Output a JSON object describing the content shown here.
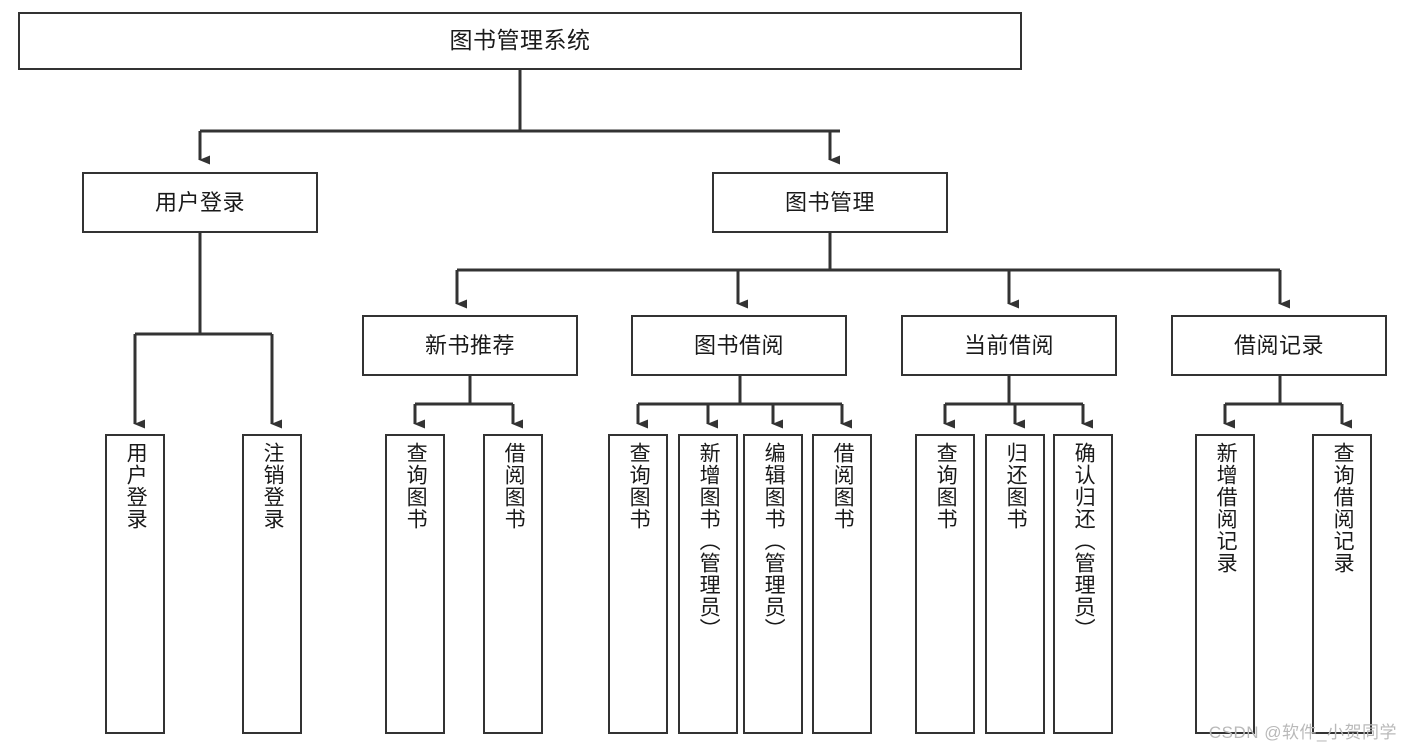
{
  "diagram": {
    "title": "图书管理系统",
    "type": "tree",
    "colors": {
      "border": "#333333",
      "fill": "#ffffff",
      "text": "#1a1a1a",
      "edge": "#333333",
      "watermark": "#b9b9b9"
    },
    "root": {
      "label": "图书管理系统"
    },
    "level2": [
      {
        "label": "用户登录"
      },
      {
        "label": "图书管理"
      }
    ],
    "level3": [
      {
        "label": "新书推荐"
      },
      {
        "label": "图书借阅"
      },
      {
        "label": "当前借阅"
      },
      {
        "label": "借阅记录"
      }
    ],
    "leaves": {
      "user_login": [
        {
          "label": "用户登录"
        },
        {
          "label": "注销登录"
        }
      ],
      "new_book_recommend": [
        {
          "label": "查询图书"
        },
        {
          "label": "借阅图书"
        }
      ],
      "book_borrow": [
        {
          "label": "查询图书"
        },
        {
          "label": "新增图书（管理员）"
        },
        {
          "label": "编辑图书（管理员）"
        },
        {
          "label": "借阅图书"
        }
      ],
      "current_borrow": [
        {
          "label": "查询图书"
        },
        {
          "label": "归还图书"
        },
        {
          "label": "确认归还（管理员）"
        }
      ],
      "borrow_record": [
        {
          "label": "新增借阅记录"
        },
        {
          "label": "查询借阅记录"
        }
      ]
    }
  },
  "watermark": {
    "text": "CSDN @软件_小贺同学"
  }
}
